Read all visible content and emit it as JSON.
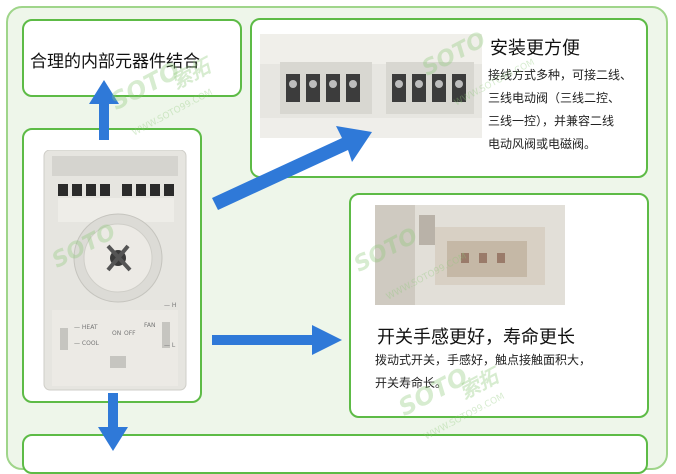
{
  "top_left": {
    "title": "合理的内部元器件结合"
  },
  "install": {
    "title": "安装更方便",
    "lines": [
      "接线方式多种，可接二线、",
      "三线电动阀（三线二控、",
      "三线一控），并兼容二线",
      "电动风阀或电磁阀。"
    ]
  },
  "switch": {
    "title": "开关手感更好，寿命更长",
    "lines": [
      "拨动式开关，手感好，触点接触面积大，",
      "开关寿命长。"
    ]
  },
  "device_labels": {
    "heat": "— HEAT",
    "cool": "— COOL",
    "on": "ON",
    "off": "OFF",
    "fan": "FAN",
    "fan_h": "— H",
    "fan_l": "— L"
  },
  "watermarks": {
    "brand": "SOTO",
    "brand_cn": "索拓",
    "url": "WWW.SOTO99.COM"
  },
  "colors": {
    "border": "#5dbb46",
    "panel_bg": "#eef6ea",
    "arrow": "#2f79d8"
  }
}
